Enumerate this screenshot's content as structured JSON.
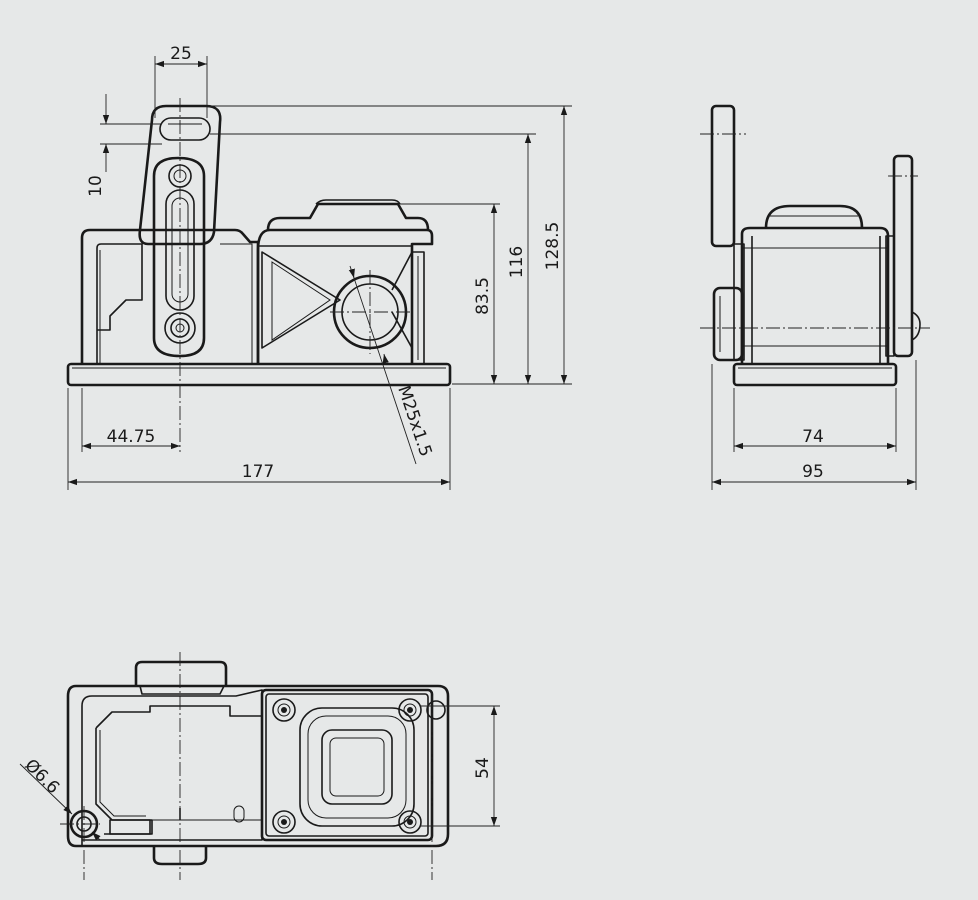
{
  "front_view": {
    "dim_lever_width": "25",
    "dim_slot_offset": "10",
    "dim_height_a": "83.5",
    "dim_height_b": "116",
    "dim_height_c": "128.5",
    "dim_thread": "M25x1.5",
    "dim_axis_offset": "44.75",
    "dim_total_length": "177"
  },
  "side_view": {
    "dim_hole_spacing": "74",
    "dim_total_width": "95"
  },
  "top_view": {
    "dim_hole_diameter": "Ø6.6",
    "dim_hole_pitch": "54"
  }
}
